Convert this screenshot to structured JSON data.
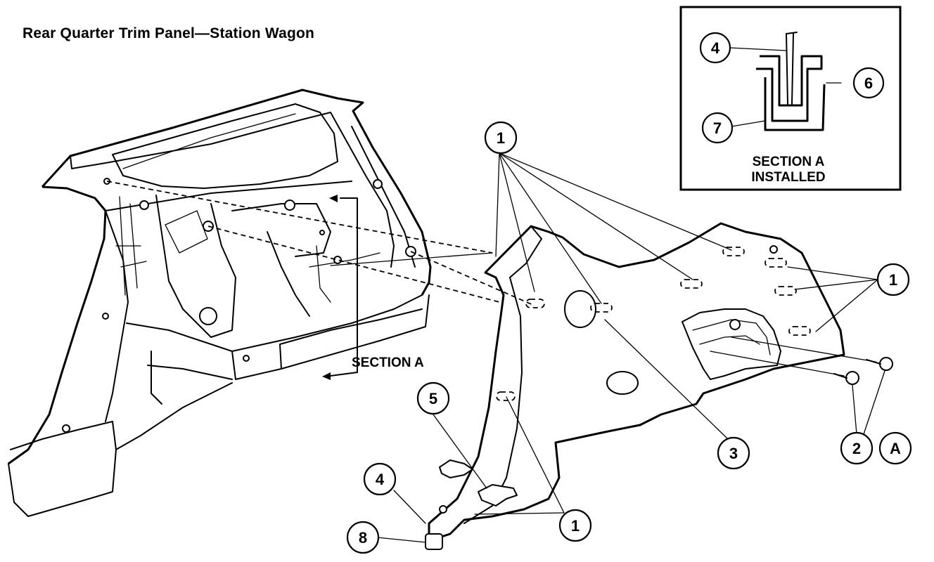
{
  "title": "Rear Quarter Trim Panel—Station Wagon",
  "section_label": "SECTION A",
  "inset": {
    "line1": "SECTION A",
    "line2": "INSTALLED",
    "callouts": {
      "c4": "4",
      "c6": "6",
      "c7": "7"
    }
  },
  "callouts": {
    "c1_top": "1",
    "c1_right": "1",
    "c1_bottom": "1",
    "c2": "2",
    "cA": "A",
    "c3": "3",
    "c4": "4",
    "c5": "5",
    "c8": "8"
  }
}
